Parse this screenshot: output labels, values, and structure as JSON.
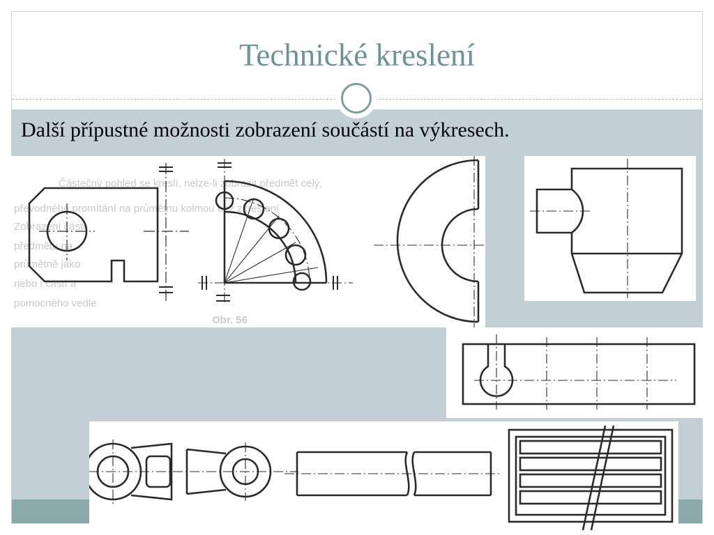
{
  "slide": {
    "title": "Technické kreslení",
    "subtitle": "Další přípustné možnosti zobrazení součástí na výkresech."
  },
  "figures": [
    {
      "id": "figure-main",
      "description_label": "Obr. 56"
    }
  ],
  "ghost_text": [
    "Částečný pohled se kreslí, nelze-li zobrazit předmět celý,",
    "převodného promítání na průmětnu kolmou bez zkreslení",
    "Zobrazení části",
    "předmětu na",
    "průmětně jako",
    "nebo i částí a",
    "pomocného vedle"
  ],
  "colors": {
    "title": "#6e9295",
    "background": "#c3cfd6",
    "accent_band": "#8aa9ab",
    "ornament": "#7d9da1"
  }
}
